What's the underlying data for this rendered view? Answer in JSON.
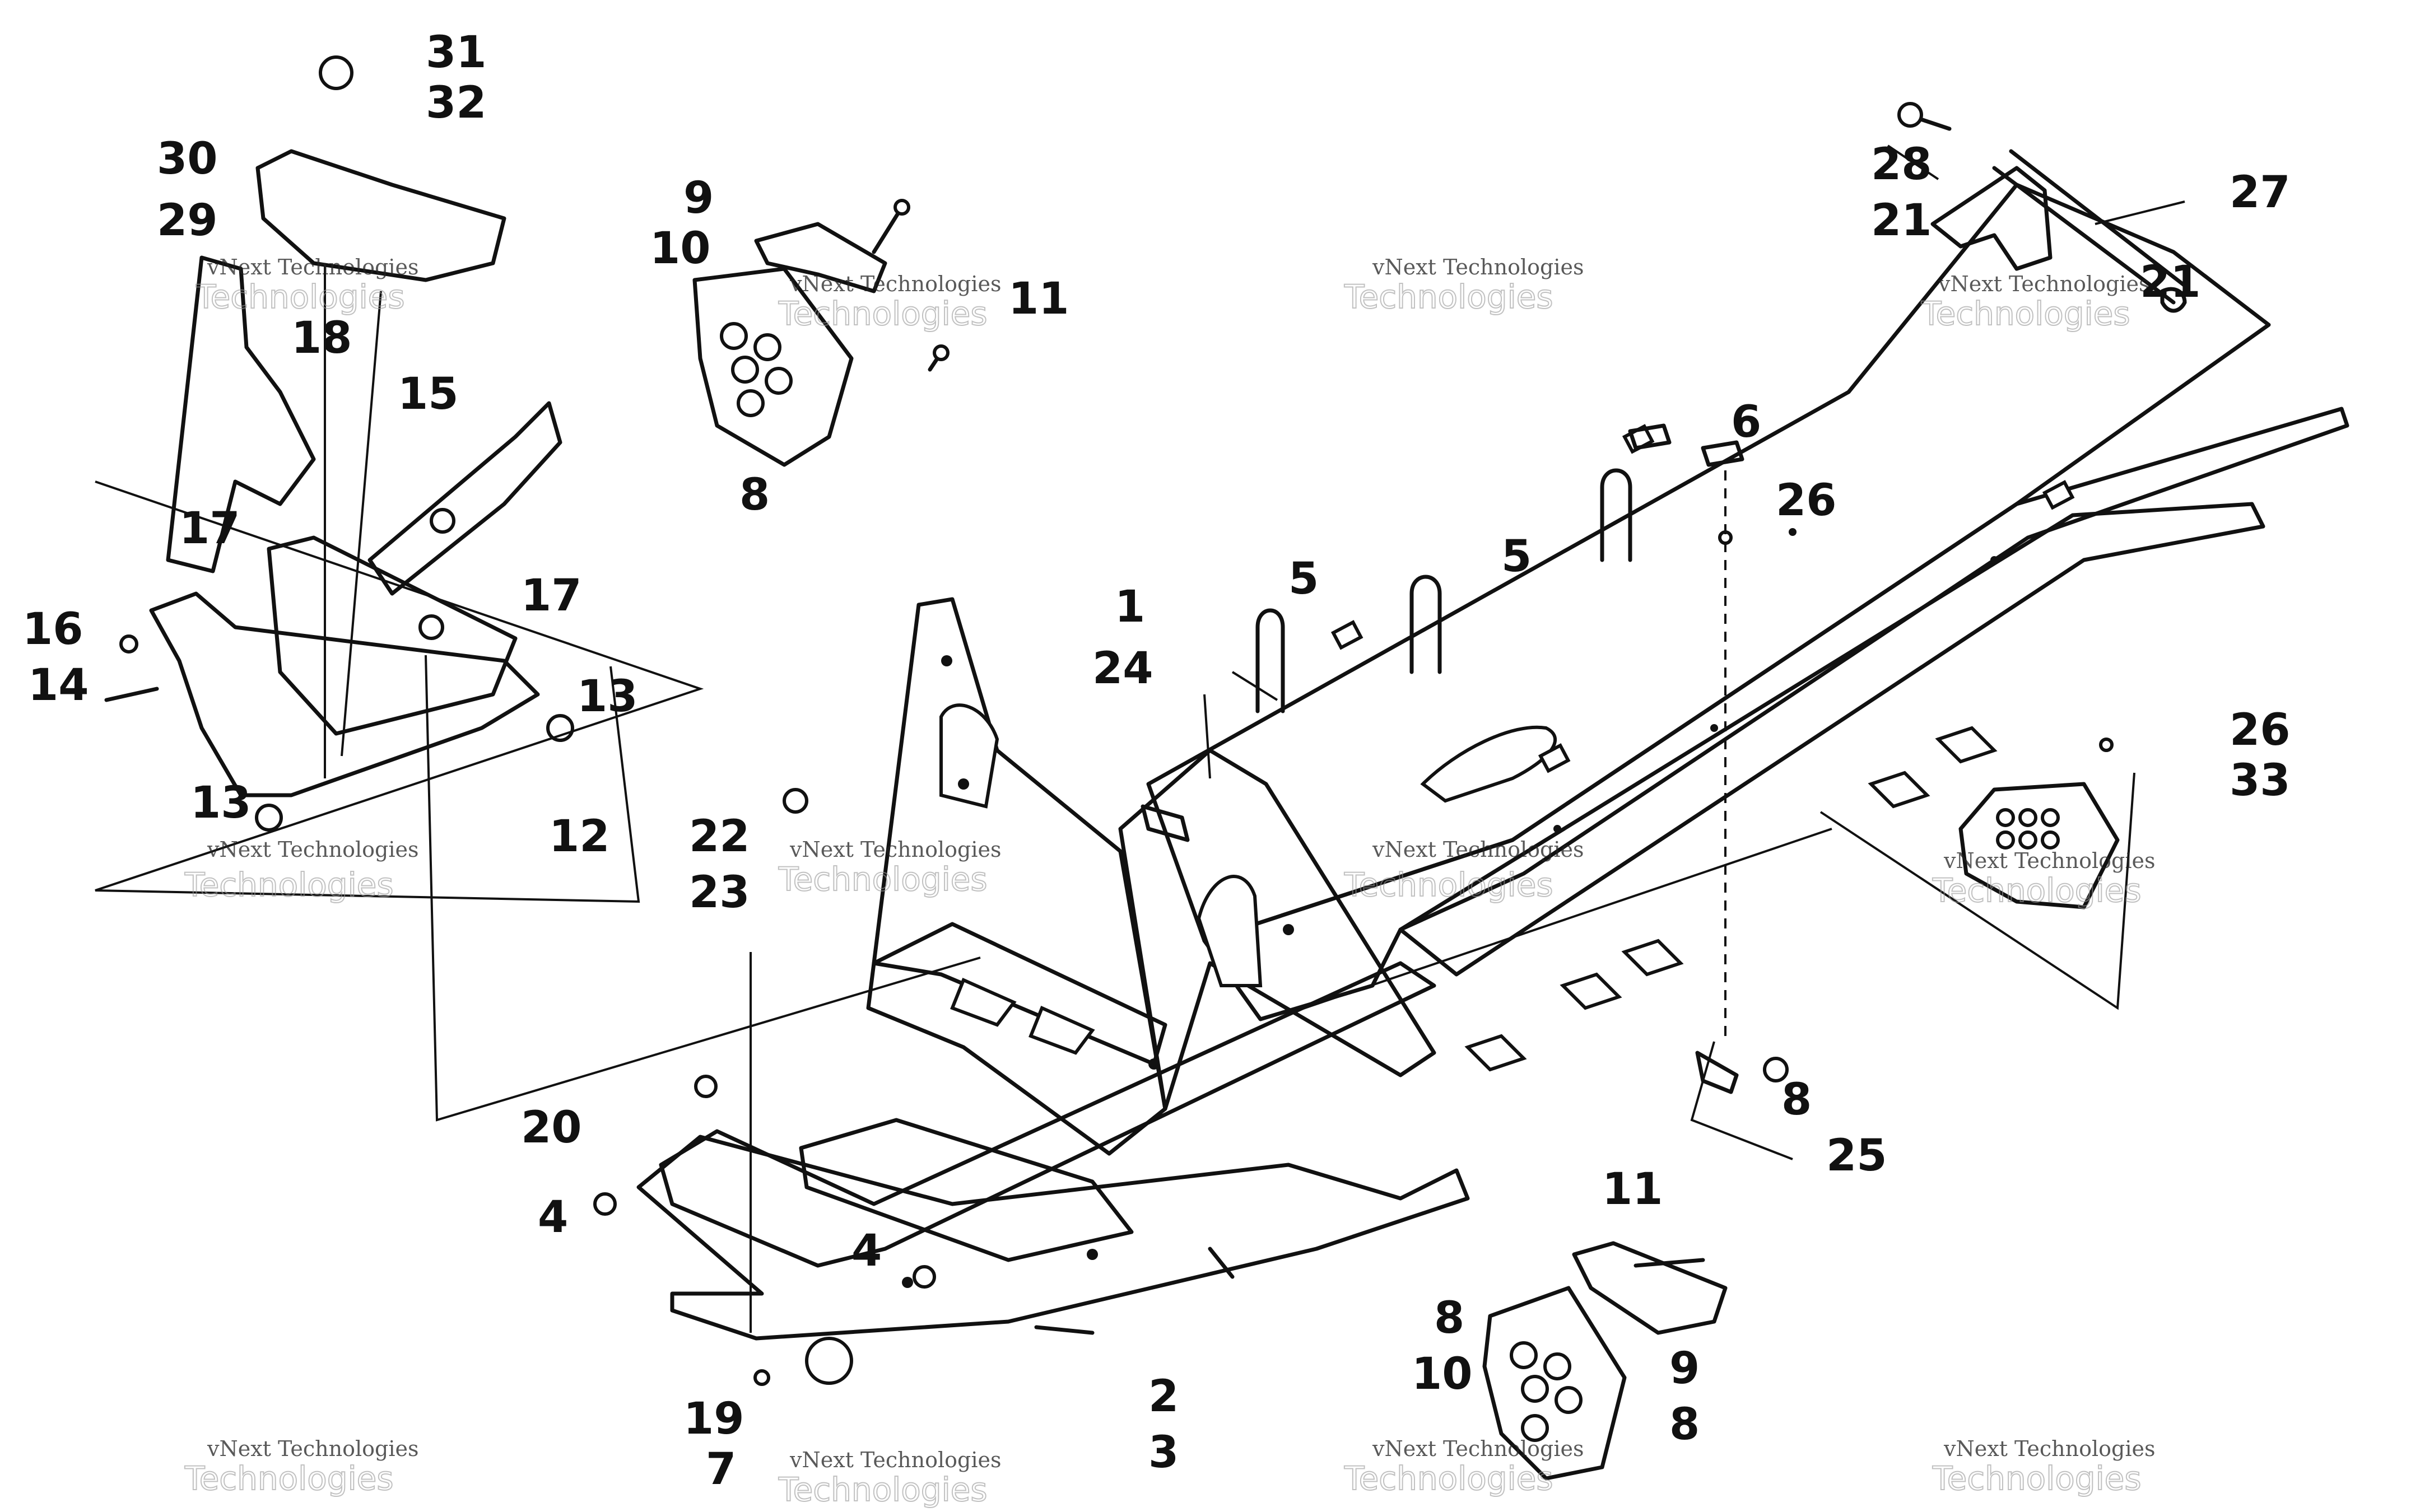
{
  "watermark": {
    "line1": "vNext Technologies",
    "line2": "Technologies"
  },
  "callouts": [
    "1",
    "2",
    "3",
    "4",
    "4",
    "5",
    "5",
    "6",
    "7",
    "8",
    "8",
    "8",
    "8",
    "9",
    "9",
    "10",
    "10",
    "11",
    "11",
    "12",
    "13",
    "13",
    "14",
    "15",
    "16",
    "17",
    "17",
    "18",
    "19",
    "20",
    "21",
    "21",
    "22",
    "23",
    "24",
    "25",
    "26",
    "26",
    "27",
    "28",
    "29",
    "30",
    "31",
    "32",
    "33"
  ]
}
